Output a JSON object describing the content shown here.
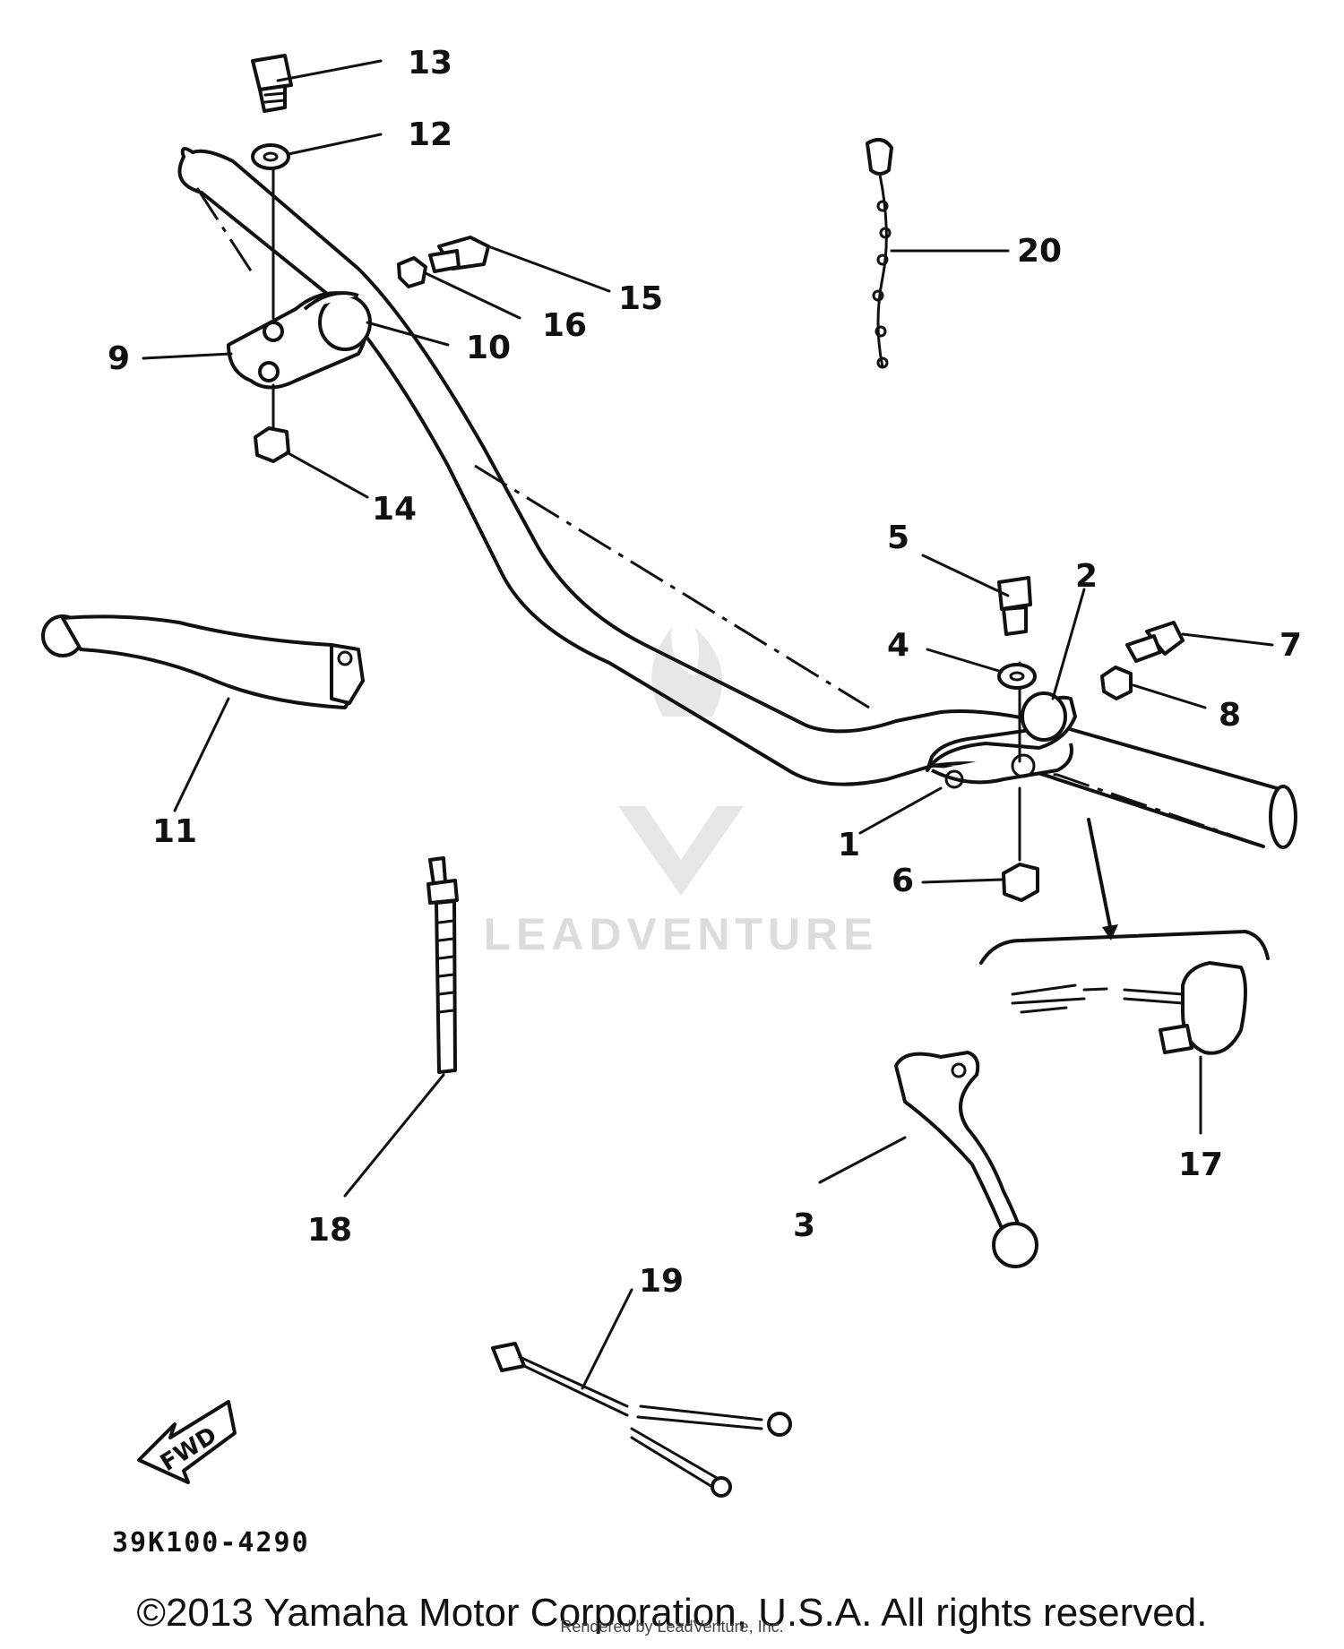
{
  "callouts": {
    "c1": "1",
    "c2": "2",
    "c3": "3",
    "c4": "4",
    "c5": "5",
    "c6": "6",
    "c7": "7",
    "c8": "8",
    "c9": "9",
    "c10": "10",
    "c11": "11",
    "c12": "12",
    "c13": "13",
    "c14": "14",
    "c15": "15",
    "c16": "16",
    "c17": "17",
    "c18": "18",
    "c19": "19",
    "c20": "20"
  },
  "fwd_label": "FWD",
  "diagram_code": "39K100-4290",
  "watermark": "LEADVENTURE",
  "copyright": "©2013 Yamaha Motor Corporation, U.S.A. All rights reserved.",
  "rendered_by": "Rendered by LeadVenture, Inc."
}
